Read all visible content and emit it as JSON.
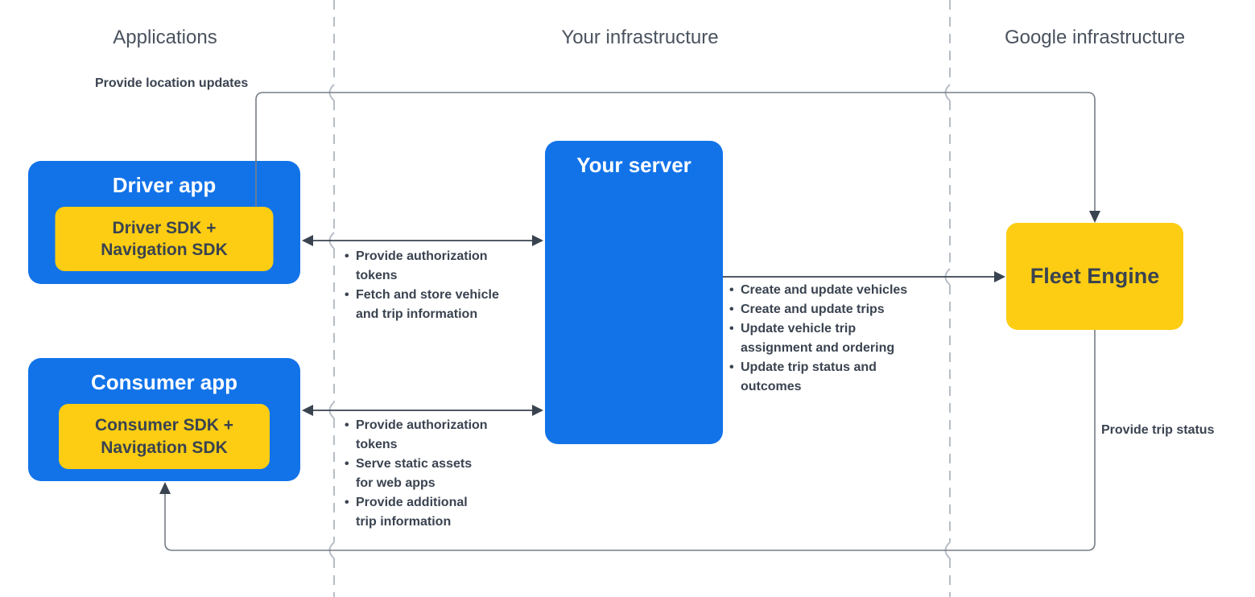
{
  "colors": {
    "blue": "#1273E9",
    "yellow": "#FCCD12",
    "dark": "#3A4350",
    "header": "#49525E",
    "line": "#767D85",
    "dashed": "#B7BDC6",
    "bg": "#FFFFFF"
  },
  "columns": {
    "applications": {
      "label": "Applications"
    },
    "your_infrastructure": {
      "label": "Your infrastructure"
    },
    "google_infrastructure": {
      "label": "Google infrastructure"
    }
  },
  "nodes": {
    "driver_app": {
      "title": "Driver app",
      "sdk": "Driver SDK +\nNavigation SDK"
    },
    "consumer_app": {
      "title": "Consumer app",
      "sdk": "Consumer SDK +\nNavigation SDK"
    },
    "your_server": {
      "title": "Your server"
    },
    "fleet_engine": {
      "title": "Fleet Engine"
    }
  },
  "edges": {
    "provide_location_updates": {
      "label": "Provide location updates"
    },
    "provide_trip_status": {
      "label": "Provide trip status"
    },
    "driver_server": {
      "items": [
        "Provide authorization\ntokens",
        "Fetch and store vehicle\nand trip information"
      ]
    },
    "consumer_server": {
      "items": [
        "Provide authorization\ntokens",
        "Serve static assets\nfor web apps",
        "Provide additional\ntrip information"
      ]
    },
    "server_fleet": {
      "items": [
        "Create and update vehicles",
        "Create and update trips",
        "Update vehicle trip\nassignment and ordering",
        "Update trip status and\noutcomes"
      ]
    }
  }
}
